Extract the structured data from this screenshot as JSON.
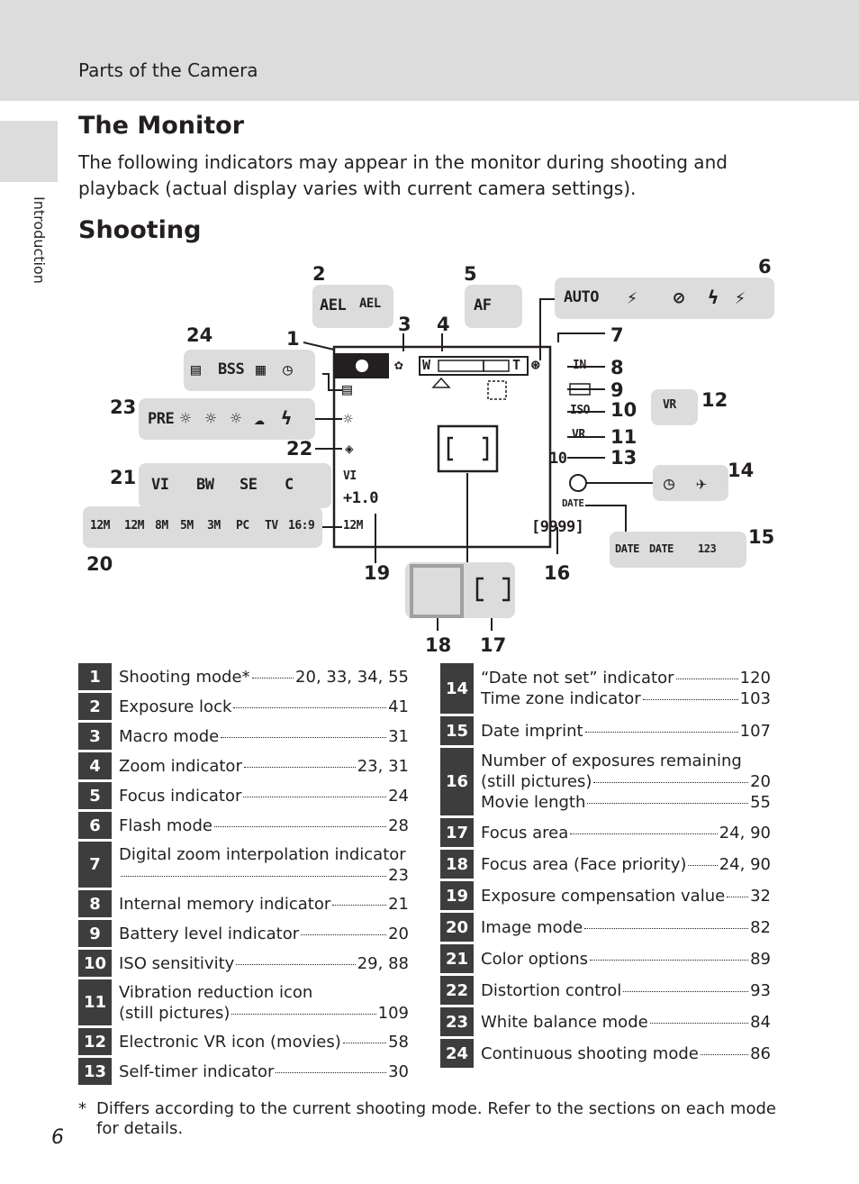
{
  "header": {
    "section": "Parts of the Camera"
  },
  "side_tab": "Introduction",
  "title": "The Monitor",
  "intro": "The following indicators may appear in the monitor during shooting and playback (actual display varies with current camera settings).",
  "subtitle": "Shooting",
  "diagram": {
    "callouts": [
      "1",
      "2",
      "3",
      "4",
      "5",
      "6",
      "7",
      "8",
      "9",
      "10",
      "11",
      "12",
      "13",
      "14",
      "15",
      "16",
      "17",
      "18",
      "19",
      "20",
      "21",
      "22",
      "23",
      "24"
    ],
    "screen_icons": {
      "zoom_left": "W",
      "zoom_right": "T",
      "iso": "ISO",
      "vr": "VR",
      "timer": "10",
      "date": "DATE",
      "exposures": "[9999]",
      "exp_comp": "+1.0",
      "image_mode": "12M",
      "color": "VI"
    },
    "exposure_lock_icons": [
      "AEL",
      "AEL"
    ],
    "focus_icon": "AF",
    "flash_icons": [
      "AUTO"
    ],
    "continuous_icons": [
      "BSS"
    ],
    "wb_icons": [
      "PRE"
    ],
    "color_icons": [
      "VI",
      "BW",
      "SE",
      "C"
    ],
    "image_mode_icons": [
      "12M",
      "12M",
      "8M",
      "5M",
      "3M",
      "PC",
      "TV",
      "16:9"
    ],
    "date_imprint_icons": [
      "DATE",
      "DATE",
      "123"
    ],
    "vr_movie_icon": "VR"
  },
  "table_left": [
    {
      "num": "1",
      "lines": [
        {
          "t": "Shooting mode*",
          "p": "20, 33, 34, 55"
        }
      ]
    },
    {
      "num": "2",
      "lines": [
        {
          "t": "Exposure lock",
          "p": "41"
        }
      ]
    },
    {
      "num": "3",
      "lines": [
        {
          "t": "Macro mode",
          "p": "31"
        }
      ]
    },
    {
      "num": "4",
      "lines": [
        {
          "t": "Zoom indicator",
          "p": "23, 31"
        }
      ]
    },
    {
      "num": "5",
      "lines": [
        {
          "t": "Focus indicator",
          "p": "24"
        }
      ]
    },
    {
      "num": "6",
      "lines": [
        {
          "t": "Flash mode",
          "p": "28"
        }
      ]
    },
    {
      "num": "7",
      "lines": [
        {
          "t": "Digital zoom interpolation indicator",
          "p": ""
        },
        {
          "t": "",
          "p": "23"
        }
      ]
    },
    {
      "num": "8",
      "lines": [
        {
          "t": "Internal memory indicator",
          "p": "21"
        }
      ]
    },
    {
      "num": "9",
      "lines": [
        {
          "t": "Battery level indicator",
          "p": "20"
        }
      ]
    },
    {
      "num": "10",
      "lines": [
        {
          "t": "ISO sensitivity",
          "p": "29, 88"
        }
      ]
    },
    {
      "num": "11",
      "lines": [
        {
          "t": "Vibration reduction icon",
          "p": ""
        },
        {
          "t": "(still pictures)",
          "p": "109"
        }
      ]
    },
    {
      "num": "12",
      "lines": [
        {
          "t": "Electronic VR icon (movies)",
          "p": "58"
        }
      ]
    },
    {
      "num": "13",
      "lines": [
        {
          "t": "Self-timer indicator",
          "p": "30"
        }
      ]
    }
  ],
  "table_right": [
    {
      "num": "14",
      "lines": [
        {
          "t": "“Date not set” indicator",
          "p": "120"
        },
        {
          "t": "Time zone indicator",
          "p": "103"
        }
      ]
    },
    {
      "num": "15",
      "lines": [
        {
          "t": "Date imprint",
          "p": "107"
        }
      ]
    },
    {
      "num": "16",
      "lines": [
        {
          "t": "Number of exposures remaining",
          "p": ""
        },
        {
          "t": "(still pictures)",
          "p": "20"
        },
        {
          "t": "Movie length",
          "p": "55"
        }
      ]
    },
    {
      "num": "17",
      "lines": [
        {
          "t": "Focus area",
          "p": "24, 90"
        }
      ]
    },
    {
      "num": "18",
      "lines": [
        {
          "t": "Focus area (Face priority)",
          "p": "24, 90"
        }
      ]
    },
    {
      "num": "19",
      "lines": [
        {
          "t": "Exposure compensation value",
          "p": "32"
        }
      ]
    },
    {
      "num": "20",
      "lines": [
        {
          "t": "Image mode",
          "p": "82"
        }
      ]
    },
    {
      "num": "21",
      "lines": [
        {
          "t": "Color options",
          "p": "89"
        }
      ]
    },
    {
      "num": "22",
      "lines": [
        {
          "t": "Distortion control",
          "p": "93"
        }
      ]
    },
    {
      "num": "23",
      "lines": [
        {
          "t": "White balance mode",
          "p": "84"
        }
      ]
    },
    {
      "num": "24",
      "lines": [
        {
          "t": "Continuous shooting mode",
          "p": "86"
        }
      ]
    }
  ],
  "footnote": {
    "marker": "*",
    "text": "Differs according to the current shooting mode. Refer to the sections on each mode for details."
  },
  "page_number": "6"
}
